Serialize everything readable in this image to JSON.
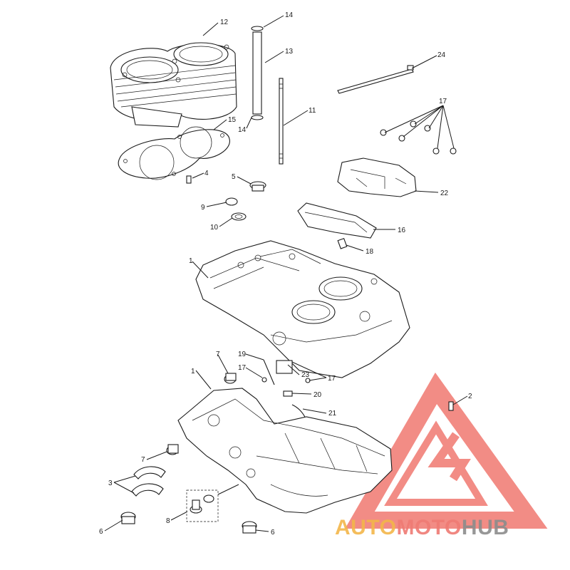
{
  "callouts": [
    {
      "id": "c12",
      "text": "12"
    },
    {
      "id": "c14a",
      "text": "14"
    },
    {
      "id": "c13",
      "text": "13"
    },
    {
      "id": "c24",
      "text": "24"
    },
    {
      "id": "c17a",
      "text": "17"
    },
    {
      "id": "c11",
      "text": "11"
    },
    {
      "id": "c14b",
      "text": "14"
    },
    {
      "id": "c15",
      "text": "15"
    },
    {
      "id": "c4",
      "text": "4"
    },
    {
      "id": "c5",
      "text": "5"
    },
    {
      "id": "c22",
      "text": "22"
    },
    {
      "id": "c9",
      "text": "9"
    },
    {
      "id": "c10",
      "text": "10"
    },
    {
      "id": "c16",
      "text": "16"
    },
    {
      "id": "c18",
      "text": "18"
    },
    {
      "id": "c1a",
      "text": "1"
    },
    {
      "id": "c7a",
      "text": "7"
    },
    {
      "id": "c19",
      "text": "19"
    },
    {
      "id": "c17b",
      "text": "17"
    },
    {
      "id": "c23",
      "text": "23"
    },
    {
      "id": "c17c",
      "text": "17"
    },
    {
      "id": "c1b",
      "text": "1"
    },
    {
      "id": "c20",
      "text": "20"
    },
    {
      "id": "c2",
      "text": "2"
    },
    {
      "id": "c21",
      "text": "21"
    },
    {
      "id": "c7b",
      "text": "7"
    },
    {
      "id": "c3",
      "text": "3"
    },
    {
      "id": "c8",
      "text": "8"
    },
    {
      "id": "c6a",
      "text": "6"
    },
    {
      "id": "c6b",
      "text": "6"
    }
  ],
  "watermark": {
    "part1": "AUTO",
    "part2": "MOTO",
    "part3": "HUB",
    "color_auto": "#f3b64a",
    "color_moto": "#ef7b74",
    "color_hub": "#8c8c8c",
    "logo_color": "#f07870"
  }
}
